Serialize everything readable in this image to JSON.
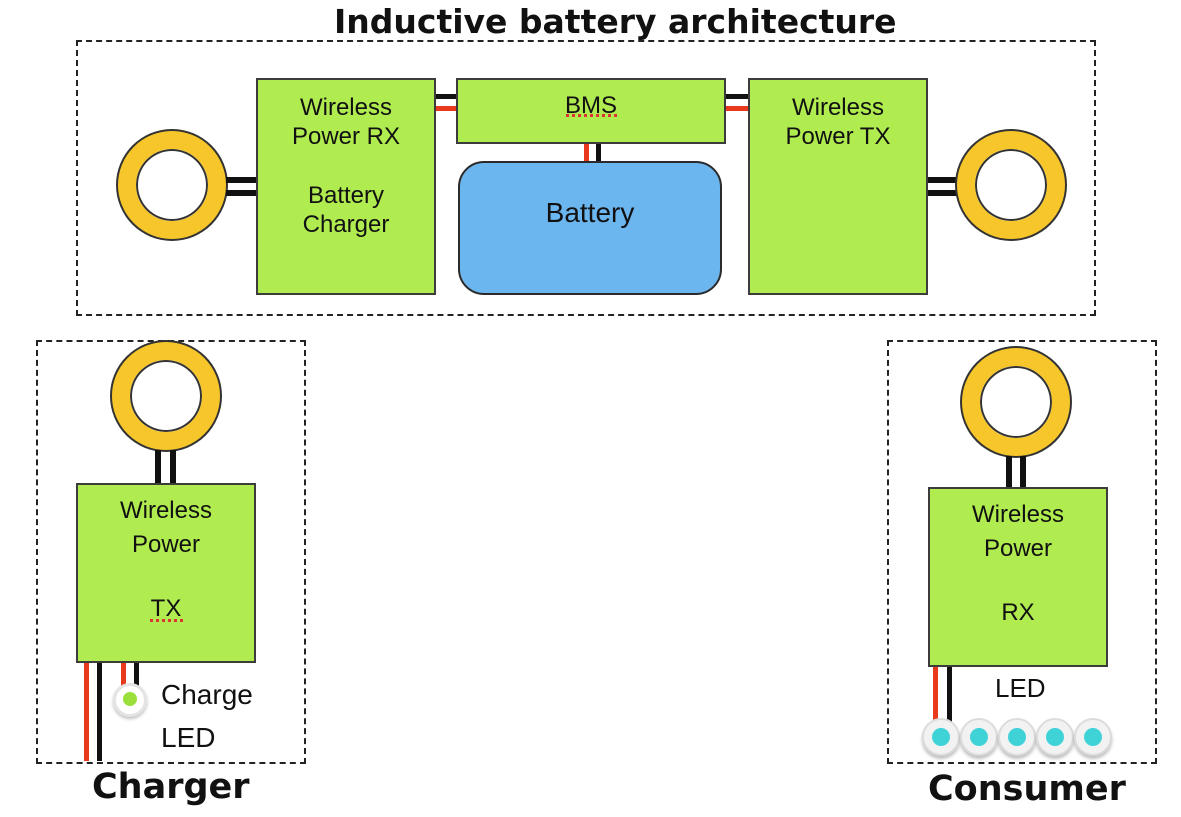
{
  "main_title": "Inductive battery architecture",
  "boxes": {
    "rx_battery_charger": {
      "line1": "Wireless",
      "line2": "Power RX",
      "line3": "Battery",
      "line4": "Charger"
    },
    "bms": {
      "label": "BMS"
    },
    "battery": {
      "label": "Battery"
    },
    "power_tx": {
      "line1": "Wireless",
      "line2": "Power TX"
    },
    "charger_tx": {
      "line1": "Wireless",
      "line2": "Power",
      "line3": "TX"
    },
    "consumer_rx": {
      "line1": "Wireless",
      "line2": "Power",
      "line3": "RX"
    }
  },
  "charger_section": {
    "title": "Charger",
    "led_line1": "Charge",
    "led_line2": "LED"
  },
  "consumer_section": {
    "title": "Consumer",
    "led_label": "LED"
  },
  "colors": {
    "block_green": "#b0eb4f",
    "battery_blue": "#6cb6f0",
    "coil_yellow": "#f6c62a",
    "wire_red": "#e8391c",
    "wire_black": "#111111",
    "charge_led_green": "#9be03a",
    "consumer_led_cyan": "#3fd3d8"
  },
  "icons": [
    "coil-icon",
    "led-icon"
  ]
}
